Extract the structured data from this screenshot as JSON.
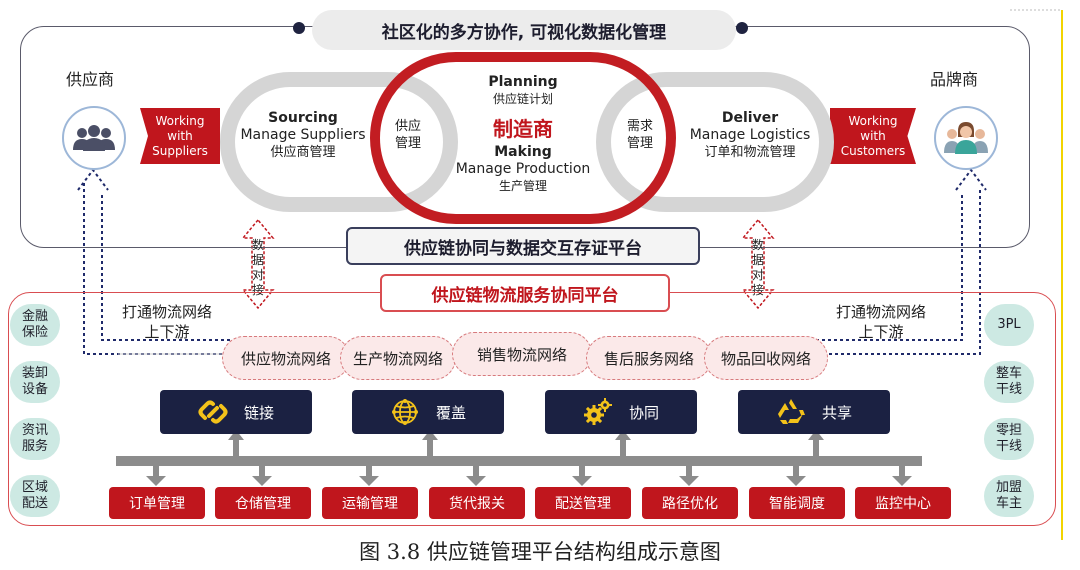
{
  "headline": "社区化的多方协作, 可视化数据化管理",
  "supplier": {
    "label": "供应商",
    "tag": [
      "Working",
      "with",
      "Suppliers"
    ],
    "icon": "people-group-icon"
  },
  "brand": {
    "label": "品牌商",
    "tag": [
      "Working",
      "with",
      "Customers"
    ],
    "icon": "customer-group-icon"
  },
  "sourcing": {
    "title": "Sourcing",
    "subtitle": "Manage Suppliers",
    "cn": "供应商管理"
  },
  "supply_mgmt": [
    "供应",
    "管理"
  ],
  "planning": {
    "title": "Planning",
    "cn": "供应链计划"
  },
  "manufacturer": "制造商",
  "making": {
    "title": "Making",
    "subtitle": "Manage Production",
    "cn": "生产管理"
  },
  "demand_mgmt": [
    "需求",
    "管理"
  ],
  "deliver": {
    "title": "Deliver",
    "subtitle": "Manage Logistics",
    "cn": "订单和物流管理"
  },
  "platform_top": "供应链协同与数据交互存证平台",
  "platform_bottom": "供应链物流服务协同平台",
  "data_link": [
    "数",
    "据",
    "对",
    "接"
  ],
  "updown_left": [
    "打通物流网络",
    "上下游"
  ],
  "updown_right": [
    "打通物流网络",
    "上下游"
  ],
  "left_services": [
    [
      "金融",
      "保险"
    ],
    [
      "装卸",
      "设备"
    ],
    [
      "资讯",
      "服务"
    ],
    [
      "区域",
      "配送"
    ]
  ],
  "right_services": [
    [
      "3PL"
    ],
    [
      "整车",
      "干线"
    ],
    [
      "零担",
      "干线"
    ],
    [
      "加盟",
      "车主"
    ]
  ],
  "networks": [
    "供应物流网络",
    "生产物流网络",
    "销售物流网络",
    "售后服务网络",
    "物品回收网络"
  ],
  "capabilities": [
    {
      "label": "链接",
      "icon": "link-icon"
    },
    {
      "label": "覆盖",
      "icon": "globe-icon"
    },
    {
      "label": "协同",
      "icon": "gears-icon"
    },
    {
      "label": "共享",
      "icon": "recycle-icon"
    }
  ],
  "functions": [
    "订单管理",
    "仓储管理",
    "运输管理",
    "货代报关",
    "配送管理",
    "路径优化",
    "智能调度",
    "监控中心"
  ],
  "caption": "图 3.8 供应链管理平台结构组成示意图",
  "colors": {
    "red": "#c0161d",
    "navy": "#1b2142",
    "teal": "#cde9e3",
    "ring_gray": "#d5d5d5"
  }
}
